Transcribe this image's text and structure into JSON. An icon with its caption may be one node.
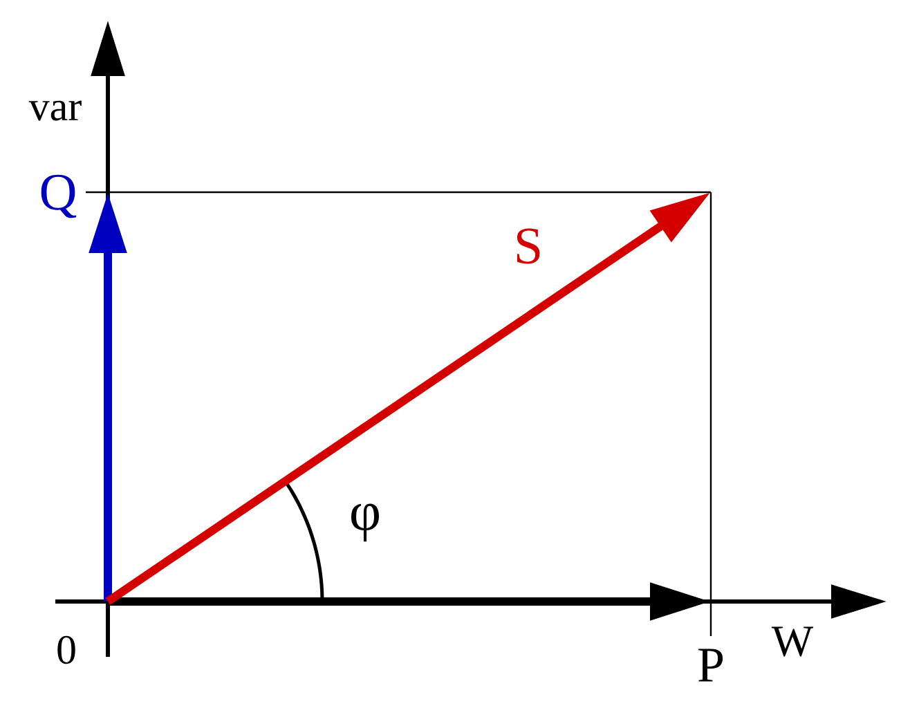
{
  "diagram": {
    "labels": [
      "var",
      "Q",
      "S",
      "φ",
      "0",
      "P",
      "W"
    ]
  }
}
